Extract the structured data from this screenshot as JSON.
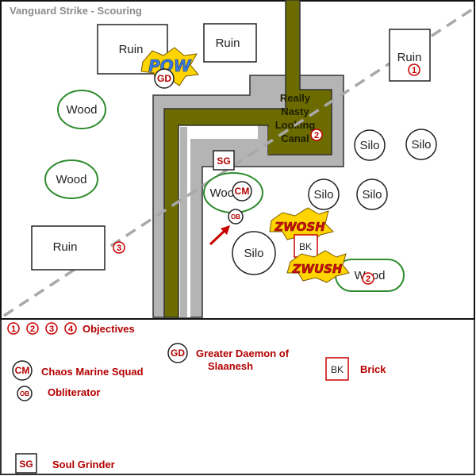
{
  "title": "Vanguard Strike - Scouring",
  "colors": {
    "wood_border": "#2e8b2e",
    "canal_fill": "#6b6b00",
    "road_fill": "#b4b4b4",
    "objective_red": "#c80000",
    "legend_red": "#b40000",
    "deploy_line": "#a8a8a8"
  },
  "terrain": {
    "ruins": [
      "Ruin",
      "Ruin",
      "Ruin",
      "Ruin"
    ],
    "woods": [
      "Wood",
      "Wood",
      "Wood",
      "Wood"
    ],
    "silos": [
      "Silo",
      "Silo",
      "Silo",
      "Silo",
      "Silo"
    ],
    "canal_lines": [
      "Really",
      "Nasty",
      "Looking",
      "Canal"
    ]
  },
  "objectives": {
    "ruin_top_right": "1",
    "canal": "2",
    "ruin_left": "3",
    "wood_bottom": "2"
  },
  "units": {
    "gd": "GD",
    "sg": "SG",
    "cm": "CM",
    "ob": "OB",
    "bk": "BK"
  },
  "effects": {
    "pow": "POW",
    "zwosh": "ZWOSH",
    "zwush": "ZWUSH"
  },
  "legend": {
    "objective_numbers": [
      "1",
      "2",
      "3",
      "4"
    ],
    "objectives_label": "Objectives",
    "gd_icon": "GD",
    "gd_label_line1": "Greater Daemon of",
    "gd_label_line2": "Slaanesh",
    "bk_icon": "BK",
    "bk_label": "Brick",
    "cm_icon": "CM",
    "cm_label": "Chaos Marine Squad",
    "ob_icon": "OB",
    "ob_label": "Obliterator",
    "sg_icon": "SG",
    "sg_label": "Soul Grinder"
  }
}
